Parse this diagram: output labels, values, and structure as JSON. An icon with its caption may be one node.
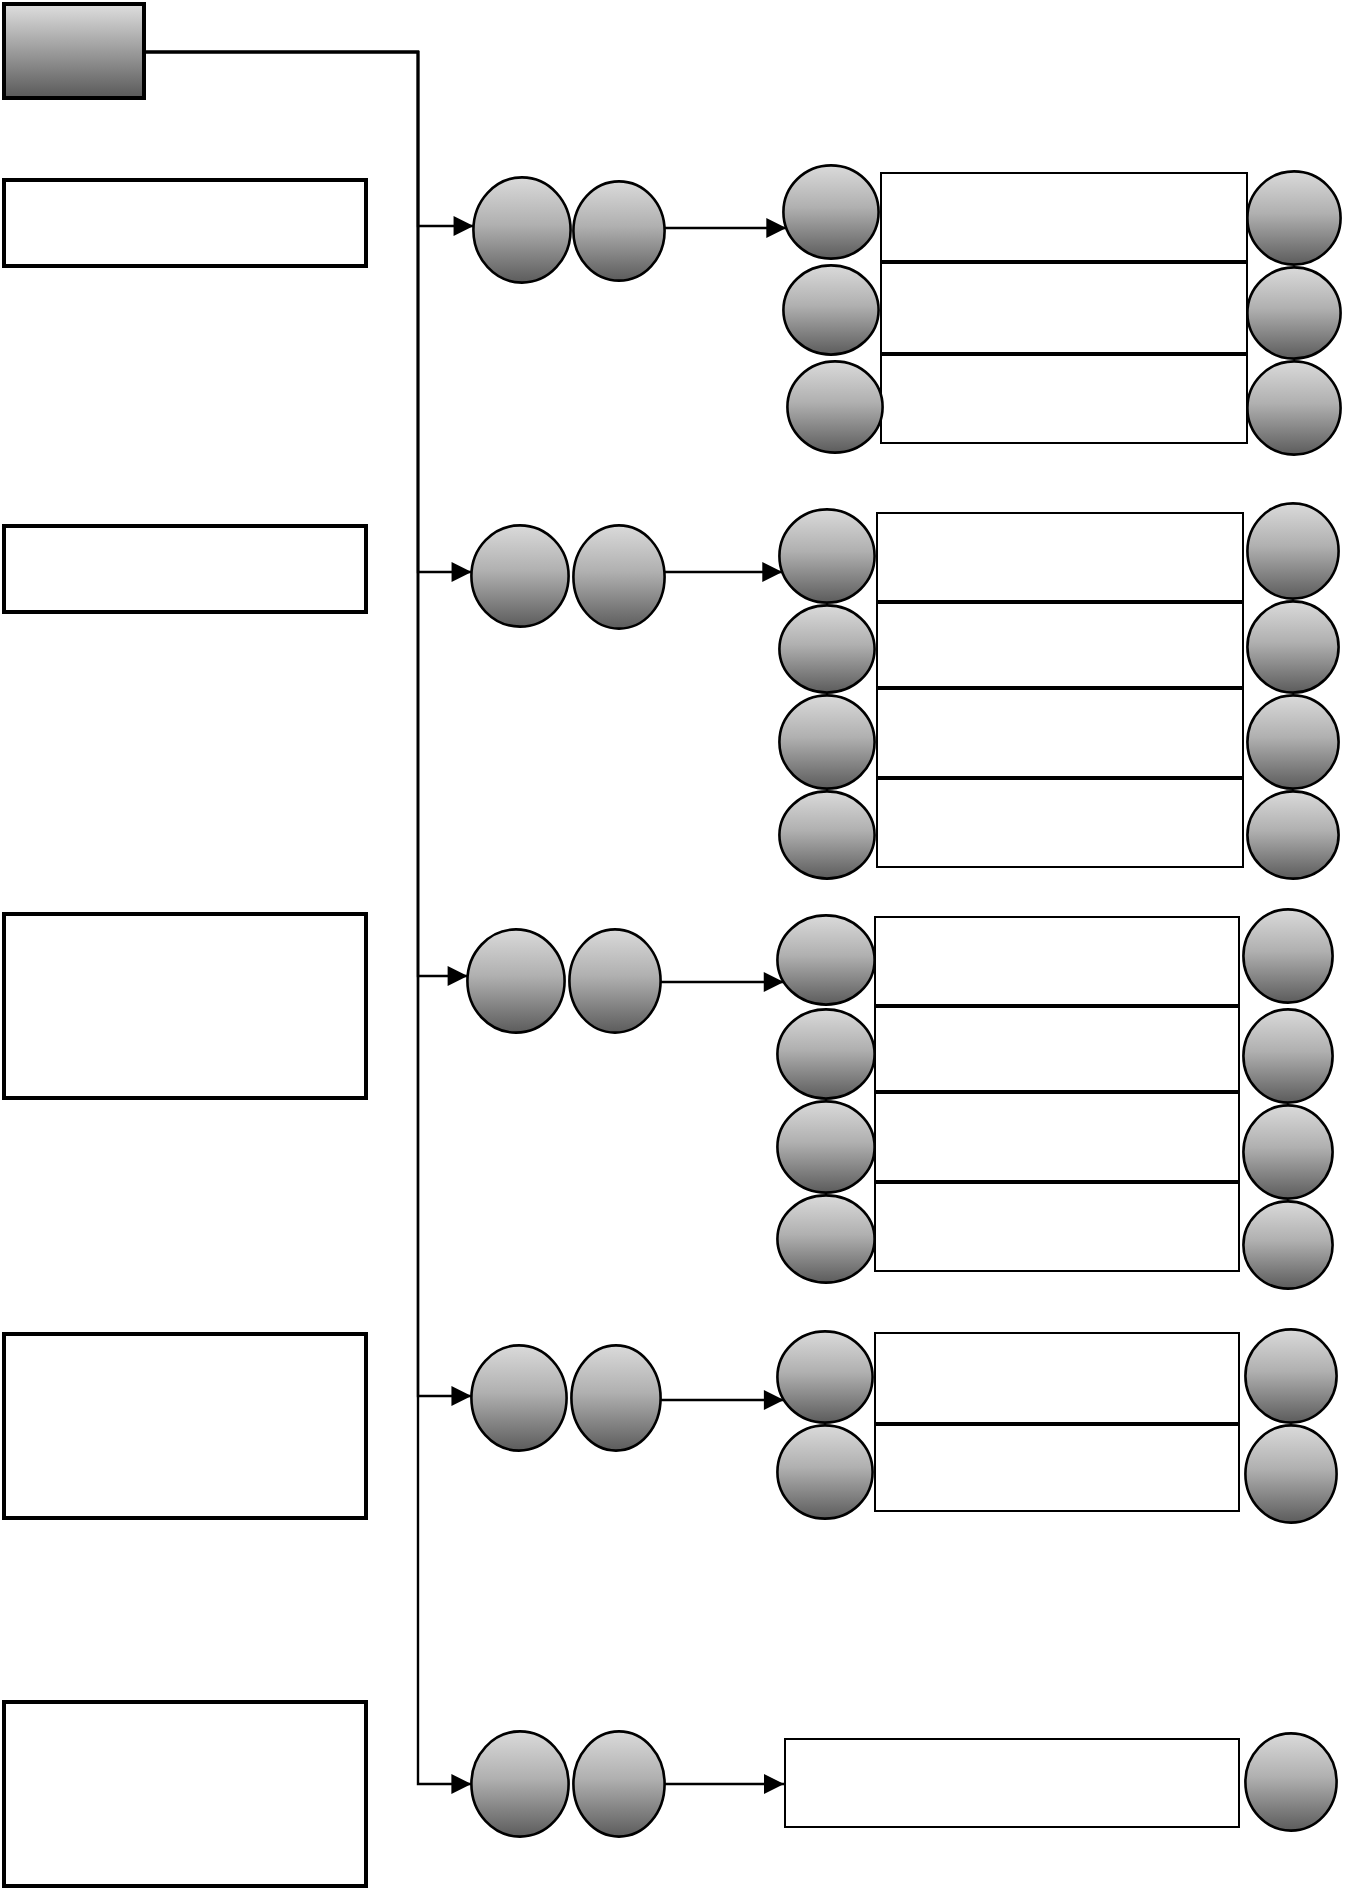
{
  "diagram": {
    "nodes": [
      {
        "text": [],
        "shape": "box"
      },
      {
        "text": [],
        "shape": "box"
      },
      {
        "text": [],
        "shape": "circle"
      },
      {
        "text": [],
        "shape": "circle"
      },
      {
        "text": [],
        "shape": "circle"
      },
      {
        "text": [],
        "shape": "box"
      },
      {
        "text": [],
        "shape": "circle"
      },
      {
        "text": [],
        "shape": "circle"
      },
      {
        "text": [],
        "shape": "box"
      },
      {
        "text": [],
        "shape": "circle"
      },
      {
        "text": [],
        "shape": "circle"
      },
      {
        "text": [],
        "shape": "box"
      },
      {
        "text": [],
        "shape": "circle"
      },
      {
        "text": [],
        "shape": "box"
      },
      {
        "text": [],
        "shape": "circle"
      },
      {
        "text": [],
        "shape": "circle"
      },
      {
        "text": [],
        "shape": "circle"
      },
      {
        "text": [],
        "shape": "box"
      },
      {
        "text": [],
        "shape": "circle"
      },
      {
        "text": [],
        "shape": "circle"
      },
      {
        "text": [],
        "shape": "box"
      },
      {
        "text": [],
        "shape": "circle"
      },
      {
        "text": [],
        "shape": "circle"
      },
      {
        "text": [],
        "shape": "box"
      },
      {
        "text": [],
        "shape": "circle"
      },
      {
        "text": [],
        "shape": "circle"
      },
      {
        "text": [],
        "shape": "box"
      },
      {
        "text": [],
        "shape": "circle"
      },
      {
        "text": [],
        "shape": "box"
      },
      {
        "text": [],
        "shape": "circle"
      },
      {
        "text": [],
        "shape": "circle"
      },
      {
        "text": [],
        "shape": "circle"
      },
      {
        "text": [],
        "shape": "box"
      },
      {
        "text": [],
        "shape": "circle"
      },
      {
        "text": [],
        "shape": "circle"
      },
      {
        "text": [],
        "shape": "box"
      },
      {
        "text": [],
        "shape": "circle"
      },
      {
        "text": [],
        "shape": "circle"
      },
      {
        "text": [],
        "shape": "box"
      },
      {
        "text": [],
        "shape": "circle"
      },
      {
        "text": [],
        "shape": "circle"
      },
      {
        "text": [],
        "shape": "box"
      },
      {
        "text": [],
        "shape": "circle"
      },
      {
        "text": [],
        "shape": "box"
      },
      {
        "text": [],
        "shape": "circle"
      },
      {
        "text": [],
        "shape": "circle"
      },
      {
        "text": [],
        "shape": "circle"
      },
      {
        "text": [],
        "shape": "box"
      },
      {
        "text": [],
        "shape": "circle"
      },
      {
        "text": [],
        "shape": "circle"
      },
      {
        "text": [],
        "shape": "box"
      },
      {
        "text": [],
        "shape": "circle"
      },
      {
        "text": [],
        "shape": "box"
      },
      {
        "text": [],
        "shape": "circle"
      },
      {
        "text": [],
        "shape": "circle"
      },
      {
        "text": [],
        "shape": "box"
      },
      {
        "text": [],
        "shape": "circle"
      }
    ],
    "edges": [
      {
        "from": 0,
        "to": 2,
        "arrow": "to"
      },
      {
        "from": 0,
        "to": 14,
        "arrow": "to"
      },
      {
        "from": 0,
        "to": 29,
        "arrow": "to"
      },
      {
        "from": 0,
        "to": 44,
        "arrow": "to"
      },
      {
        "from": 0,
        "to": 53,
        "arrow": "to"
      },
      {
        "from": 3,
        "to": 4,
        "arrow": "to"
      },
      {
        "from": 15,
        "to": 16,
        "arrow": "to"
      },
      {
        "from": 30,
        "to": 31,
        "arrow": "to"
      },
      {
        "from": 45,
        "to": 46,
        "arrow": "to"
      },
      {
        "from": 54,
        "to": 55,
        "arrow": "to"
      }
    ]
  }
}
